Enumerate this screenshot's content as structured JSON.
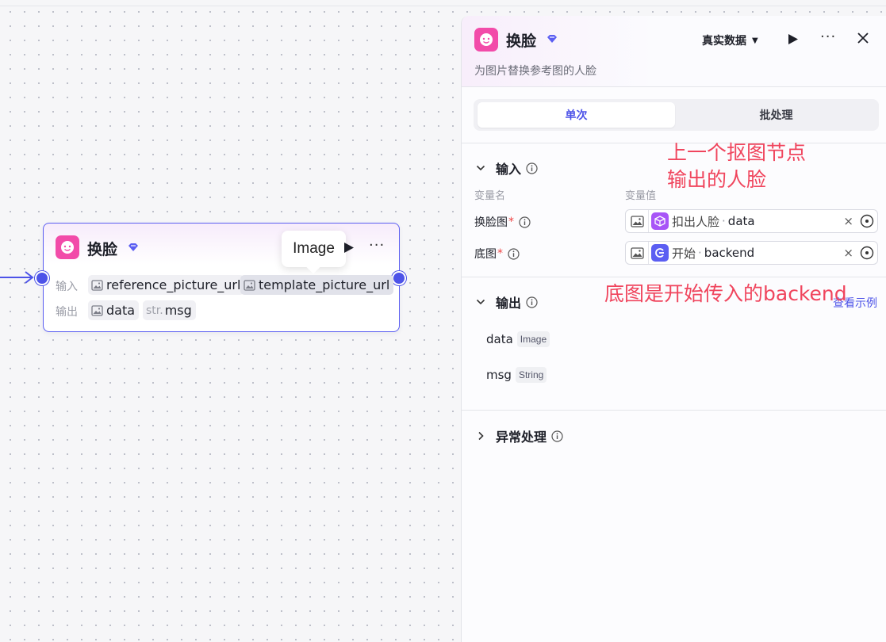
{
  "node": {
    "title": "换脸",
    "tooltip": "Image",
    "input_label": "输入",
    "output_label": "输出",
    "inputs": [
      "reference_picture_url",
      "template_picture_url"
    ],
    "outputs": [
      {
        "name": "data",
        "type": "image"
      },
      {
        "name": "msg",
        "type": "str",
        "type_label": "str."
      }
    ]
  },
  "panel": {
    "title": "换脸",
    "data_mode": "真实数据",
    "description": "为图片替换参考图的人脸",
    "tabs": [
      "单次",
      "批处理"
    ],
    "input_section": {
      "title": "输入",
      "col_name": "变量名",
      "col_value": "变量值",
      "fields": [
        {
          "label": "换脸图",
          "required": "*",
          "ref_node": "扣出人脸",
          "ref_var": "data"
        },
        {
          "label": "底图",
          "required": "*",
          "ref_node": "开始",
          "ref_var": "backend"
        }
      ]
    },
    "output_section": {
      "title": "输出",
      "example_link": "查看示例",
      "fields": [
        {
          "name": "data",
          "type": "Image"
        },
        {
          "name": "msg",
          "type": "String"
        }
      ]
    },
    "exception_section": {
      "title": "异常处理"
    }
  },
  "annotations": {
    "a1_line1": "上一个抠图节点",
    "a1_line2": "输出的人脸",
    "a2": "底图是开始传入的backend"
  },
  "colors": {
    "accent": "#4d53e8",
    "node_icon": "#f24ba9",
    "annotation": "#f0455d"
  }
}
